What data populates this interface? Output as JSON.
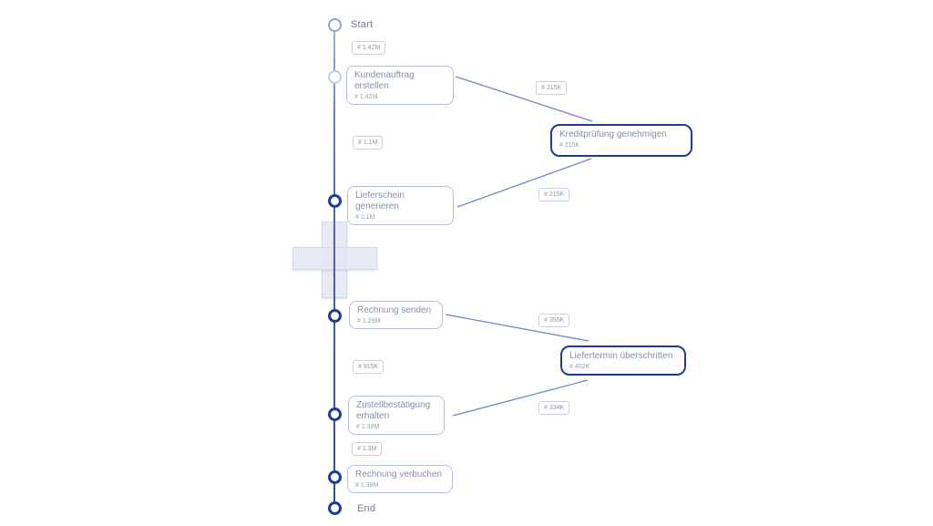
{
  "diagram": {
    "kind": "process-explorer-timeline",
    "start_label": "Start",
    "end_label": "End"
  },
  "colors": {
    "node_border": "#b3bfdf",
    "selected_node_border": "#1e3e96",
    "edge_line": "#6e87c7",
    "timeline_dark_circle": "#1e3e96",
    "timeline_light_circle": "#94a3cc",
    "title_text": "#8490aa",
    "count_text": "#98a1b6",
    "badge_border": "#c8d1e8",
    "badge_text": "#8d96ac",
    "plus_fill": "#e2e7f3"
  },
  "activities": [
    {
      "label": "Kundenauftrag erstellen",
      "count": "# 1.42M",
      "selected": false
    },
    {
      "label": "Kreditprüfung genehmigen",
      "count": "# 215K",
      "selected": true
    },
    {
      "label": "Lieferschein generieren",
      "count": "# 1.1M",
      "selected": false
    },
    {
      "label": "Rechnung senden",
      "count": "# 1.29M",
      "selected": false
    },
    {
      "label": "Liefertermin überschritten",
      "count": "# 402K",
      "selected": true
    },
    {
      "label": "Zustellbestätigung erhalten",
      "count": "# 1.38M",
      "selected": false
    },
    {
      "label": "Rechnung verbuchen",
      "count": "# 1.38M",
      "selected": false
    }
  ],
  "timeline_badges": [
    {
      "value": "# 1.42M"
    },
    {
      "value": "# 1.1M"
    },
    {
      "value": "# 915K"
    },
    {
      "value": "# 1.3M"
    }
  ],
  "edge_badges": [
    {
      "value": "# 215K"
    },
    {
      "value": "# 215K"
    },
    {
      "value": "# 355K"
    },
    {
      "value": "# 334K"
    }
  ]
}
